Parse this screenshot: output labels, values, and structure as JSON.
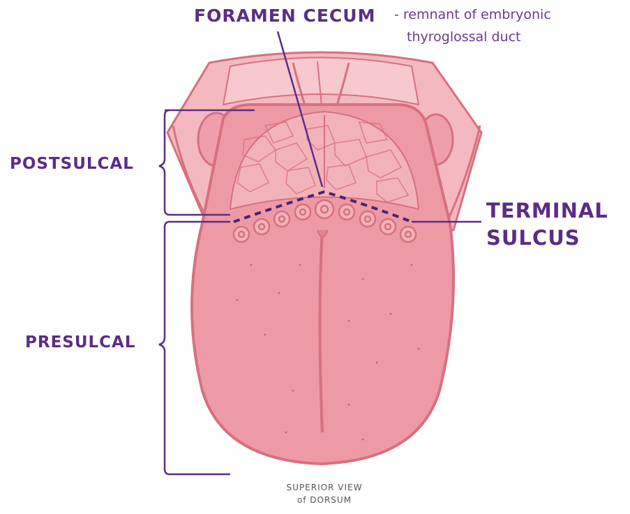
{
  "labels": {
    "foramen_cecum": "FORAMEN CECUM",
    "foramen_note_line1": "- remnant of embryonic",
    "foramen_note_line2": "thyroglossal duct",
    "postsulcal": "POSTSULCAL",
    "presulcal": "PRESULCAL",
    "terminal_line1": "TERMINAL",
    "terminal_line2": "SULCUS",
    "caption_line1": "SUPERIOR VIEW",
    "caption_line2": "of DORSUM"
  },
  "colors": {
    "label_purple": "#5b2d86",
    "tongue_pink": "#ee9aa6",
    "tongue_outline": "#d7707f",
    "papillae": "#f2b2b9"
  }
}
